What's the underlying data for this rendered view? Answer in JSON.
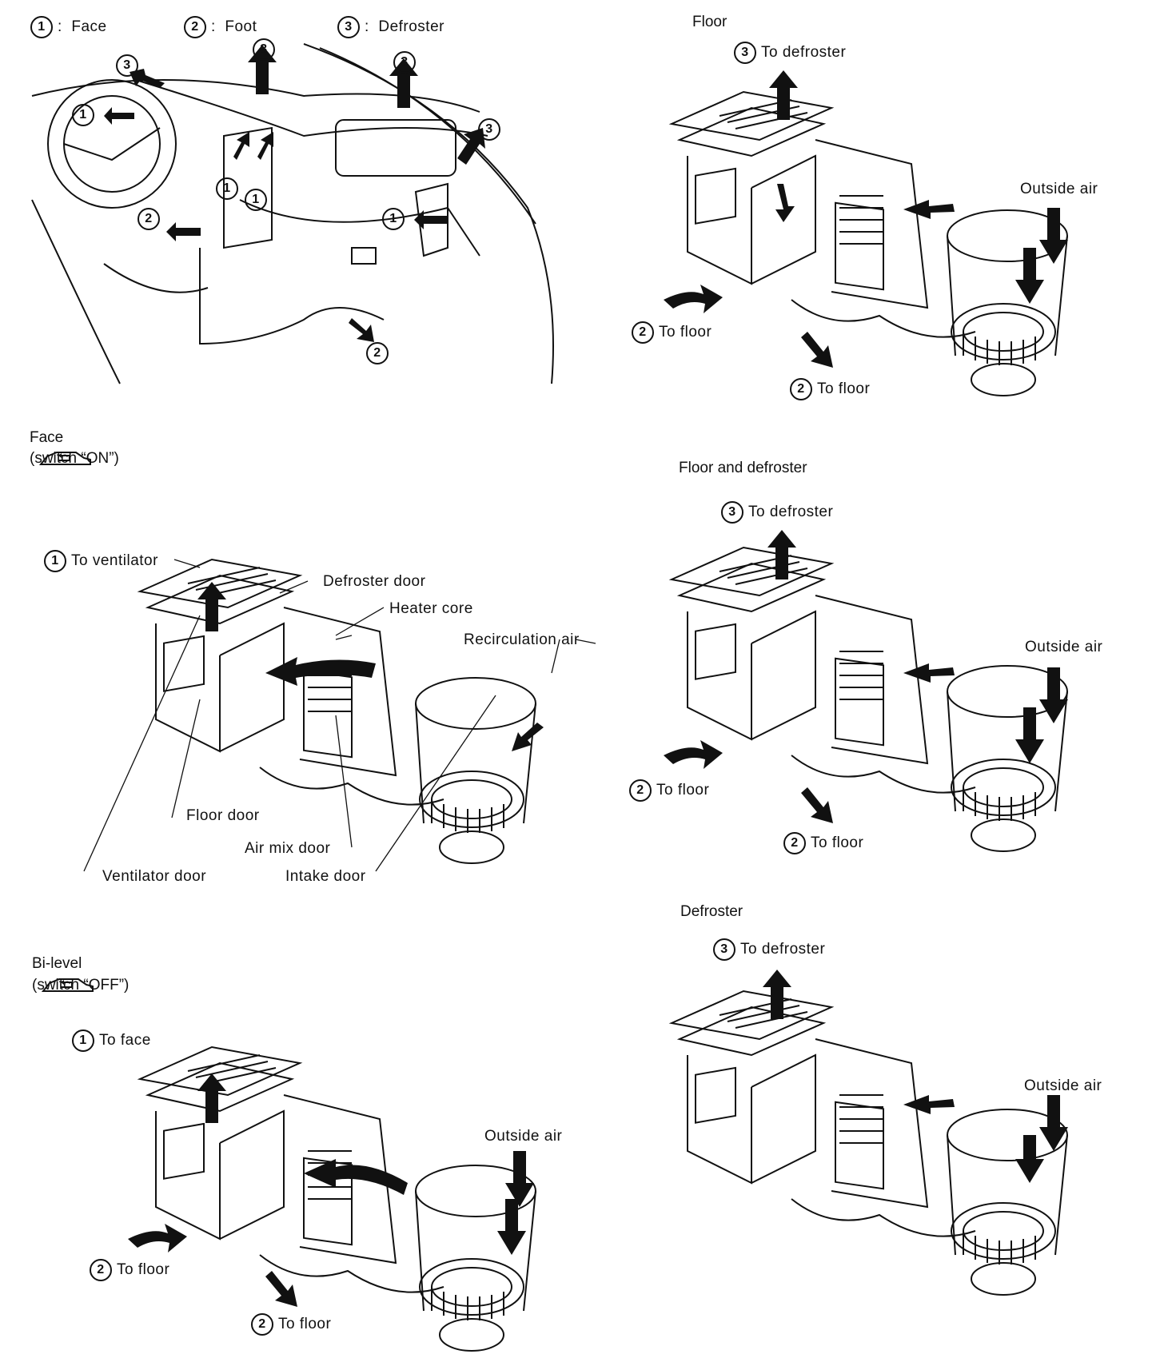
{
  "legend": {
    "face": "Face",
    "foot": "Foot",
    "defroster": "Defroster",
    "n1": "1",
    "n2": "2",
    "n3": "3",
    "sep": ":"
  },
  "panels": {
    "floor": {
      "title": "Floor",
      "to_defroster": "To defroster",
      "outside_air": "Outside air",
      "to_floor_1": "To floor",
      "to_floor_2": "To floor"
    },
    "face": {
      "title": "Face",
      "switch_prefix": "(",
      "switch_text": "switch “ON”)",
      "to_ventilator": "To ventilator",
      "defroster_door": "Defroster door",
      "heater_core": "Heater core",
      "recirculation_air": "Recirculation air",
      "floor_door": "Floor door",
      "air_mix_door": "Air mix door",
      "ventilator_door": "Ventilator door",
      "intake_door": "Intake door"
    },
    "floor_defroster": {
      "title": "Floor and defroster",
      "to_defroster": "To defroster",
      "outside_air": "Outside air",
      "to_floor_1": "To floor",
      "to_floor_2": "To floor"
    },
    "bilevel": {
      "title": "Bi-level",
      "switch_prefix": "(",
      "switch_text": "switch “OFF”)",
      "to_face": "To face",
      "outside_air": "Outside air",
      "to_floor_1": "To floor",
      "to_floor_2": "To floor"
    },
    "defroster": {
      "title": "Defroster",
      "to_defroster": "To defroster",
      "outside_air": "Outside air"
    }
  },
  "icons": [
    "circled-number-icon",
    "up-arrow-icon",
    "left-arrow-icon",
    "down-arrow-icon",
    "car-recirculation-icon"
  ]
}
